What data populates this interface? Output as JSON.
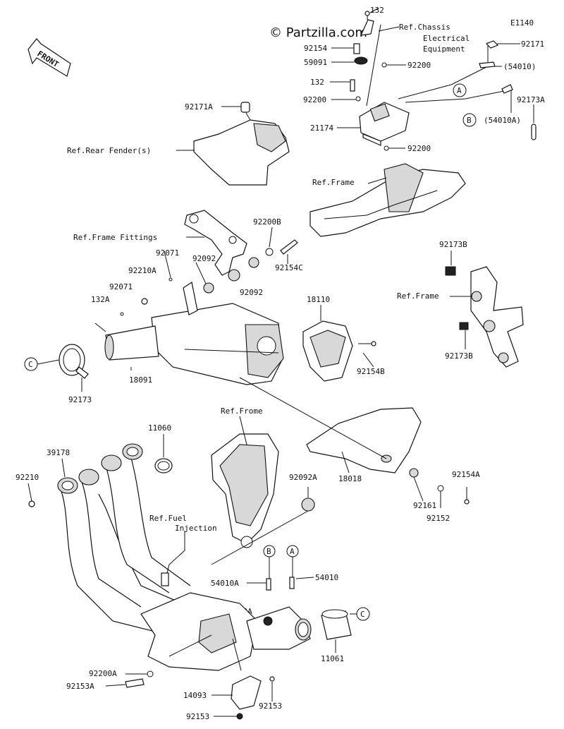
{
  "header": {
    "copyright": "© Partzilla.com",
    "diagram_code": "E1140",
    "front_label": "FRONT"
  },
  "refs": {
    "chassis_electrical": [
      "Ref.Chassis",
      "Electrical",
      "Equipment"
    ],
    "rear_fender": "Ref.Rear Fender(s)",
    "frame_top": "Ref.Frame",
    "frame_fittings": "Ref.Frame Fittings",
    "frame_right": "Ref.Frame",
    "frome": "Ref.Frome",
    "fuel_injection": [
      "Ref.Fuel",
      "Injection"
    ]
  },
  "callouts": {
    "a": "A",
    "b": "B",
    "c": "C"
  },
  "parts": {
    "p132_top": "132",
    "p92171": "92171",
    "p92154_top": "92154",
    "p54010": "(54010)",
    "p59091": "59091",
    "p92200_1": "92200",
    "p132_mid": "132",
    "p92200_2": "92200",
    "p92173A": "92173A",
    "p54010A": "(54010A)",
    "p21174": "21174",
    "p92200_3": "92200",
    "p92171A": "92171A",
    "p92200B": "92200B",
    "p92071_1": "92071",
    "p92092_1": "92092",
    "p92154C": "92154C",
    "p92210A": "92210A",
    "p92092_2": "92092",
    "p92071_2": "92071",
    "p132A": "132A",
    "p18110": "18110",
    "p92173B_1": "92173B",
    "p92154B": "92154B",
    "p92173B_2": "92173B",
    "p18091": "18091",
    "p92173": "92173",
    "p11060": "11060",
    "p39178": "39178",
    "p92210": "92210",
    "p92092A_1": "92092A",
    "p18018": "18018",
    "p92154A": "92154A",
    "p92161": "92161",
    "p92152": "92152",
    "p92092A_2": "92092A",
    "p54010A_2": "54010A",
    "p54010_2": "54010",
    "p11061": "11061",
    "p92200A": "92200A",
    "p92153A": "92153A",
    "p14093": "14093",
    "p92153_1": "92153",
    "p92153_2": "92153"
  }
}
